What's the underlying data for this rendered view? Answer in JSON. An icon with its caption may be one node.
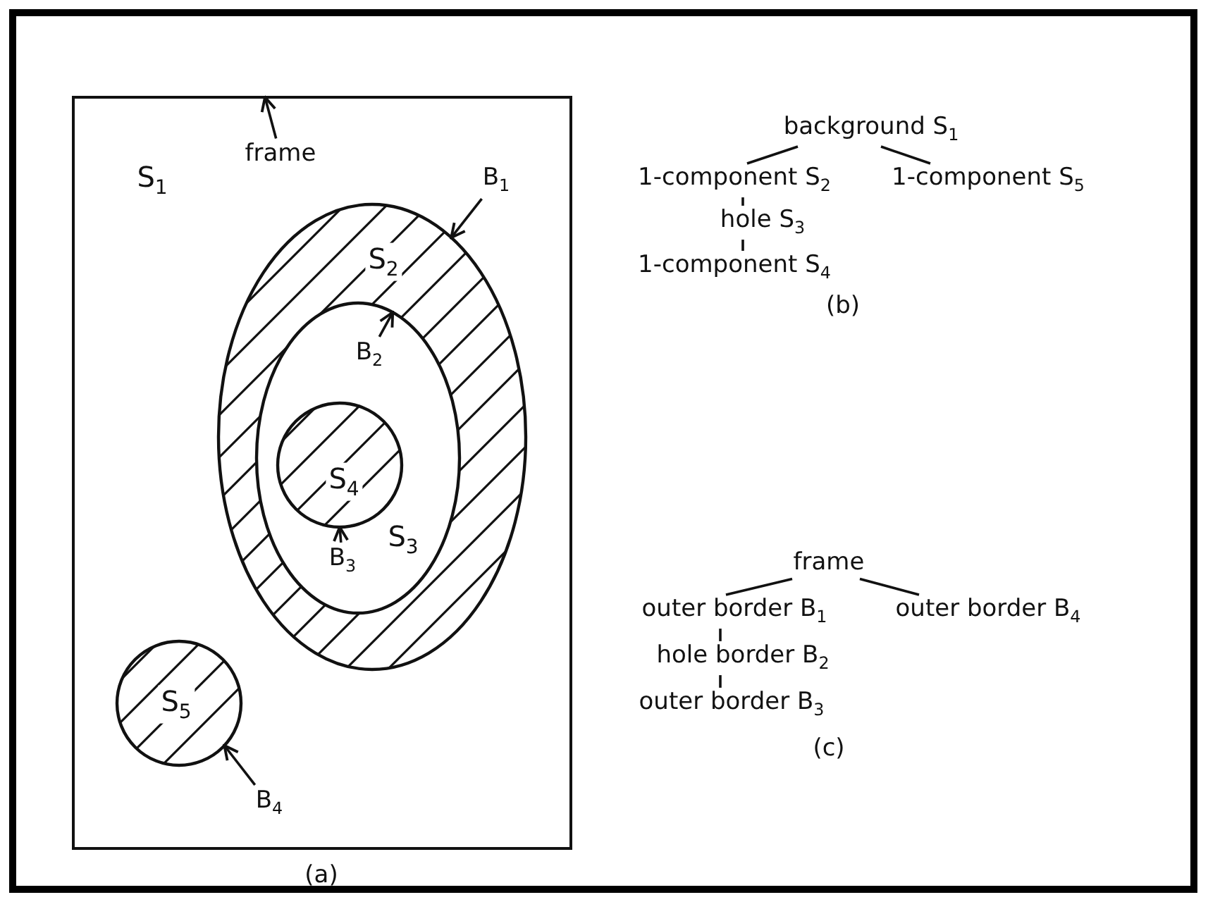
{
  "diagram": {
    "nodes": [
      {
        "text": [
          "S$_{1}$"
        ]
      },
      {
        "text": [
          "frame"
        ],
        "in": 0
      },
      {
        "text": [
          "S$_{2}$"
        ],
        "in": 0
      },
      {
        "text": [
          "B$_{1}$"
        ],
        "in": 0
      },
      {
        "text": [
          "S$_{3}$"
        ],
        "in": 2
      },
      {
        "text": [
          "B$_{2}$"
        ],
        "in": 4
      },
      {
        "text": [
          "S$_{4}$"
        ],
        "in": 4
      },
      {
        "text": [
          "B$_{3}$"
        ],
        "in": 4
      },
      {
        "text": [
          "S$_{5}$"
        ],
        "in": 0
      },
      {
        "text": [
          "B$_{4}$"
        ],
        "in": 0
      },
      {
        "text": [
          "background S$_{1}$"
        ]
      },
      {
        "text": [
          "1-component S$_{2}$"
        ]
      },
      {
        "text": [
          "1-component S$_{5}$"
        ]
      },
      {
        "text": [
          "hole S$_{3}$"
        ]
      },
      {
        "text": [
          "1-component S$_{4}$"
        ]
      },
      {
        "text": [
          "frame"
        ]
      },
      {
        "text": [
          "outer border B$_{1}$"
        ]
      },
      {
        "text": [
          "outer border B$_{4}$"
        ]
      },
      {
        "text": [
          "hole border B$_{2}$"
        ]
      },
      {
        "text": [
          "outer border B$_{3}$"
        ]
      }
    ],
    "edges": [
      {
        "from": 1,
        "to": 0,
        "arrow": "to"
      },
      {
        "from": 3,
        "to": 2,
        "arrow": "to"
      },
      {
        "from": 5,
        "to": 4,
        "arrow": "to"
      },
      {
        "from": 7,
        "to": 6,
        "arrow": "to"
      },
      {
        "from": 9,
        "to": 8,
        "arrow": "to"
      },
      {
        "from": 10,
        "to": 11,
        "arrow": "none"
      },
      {
        "from": 10,
        "to": 12,
        "arrow": "none"
      },
      {
        "from": 11,
        "to": 13,
        "arrow": "none"
      },
      {
        "from": 13,
        "to": 14,
        "arrow": "none"
      },
      {
        "from": 15,
        "to": 16,
        "arrow": "none"
      },
      {
        "from": 15,
        "to": 17,
        "arrow": "none"
      },
      {
        "from": 16,
        "to": 18,
        "arrow": "none"
      },
      {
        "from": 18,
        "to": 19,
        "arrow": "none"
      }
    ],
    "labels": [
      "(a)",
      "(b)",
      "(c)"
    ]
  }
}
